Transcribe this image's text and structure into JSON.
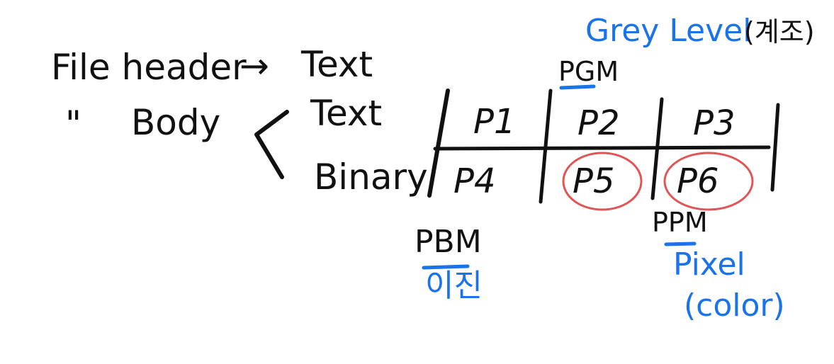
{
  "left": {
    "file_header": "File header",
    "arrow": "→",
    "header_format": "Text",
    "ditto": "\"",
    "body": "Body",
    "brace": "<",
    "format_text": "Text",
    "format_binary": "Binary"
  },
  "table": {
    "row_text": [
      "P1",
      "P2",
      "P3"
    ],
    "row_binary": [
      "P4",
      "P5",
      "P6"
    ]
  },
  "labels": {
    "pgm": "PGM",
    "grey_level": "Grey Level",
    "grey_level_note": "(계조)",
    "pbm": "PBM",
    "pbm_note": "이진",
    "ppm": "PPM",
    "ppm_note_1": "Pixel",
    "ppm_note_2": "(color)"
  },
  "colors": {
    "ink": "#111111",
    "blue": "#1a73e8",
    "circle": "#e05555"
  }
}
